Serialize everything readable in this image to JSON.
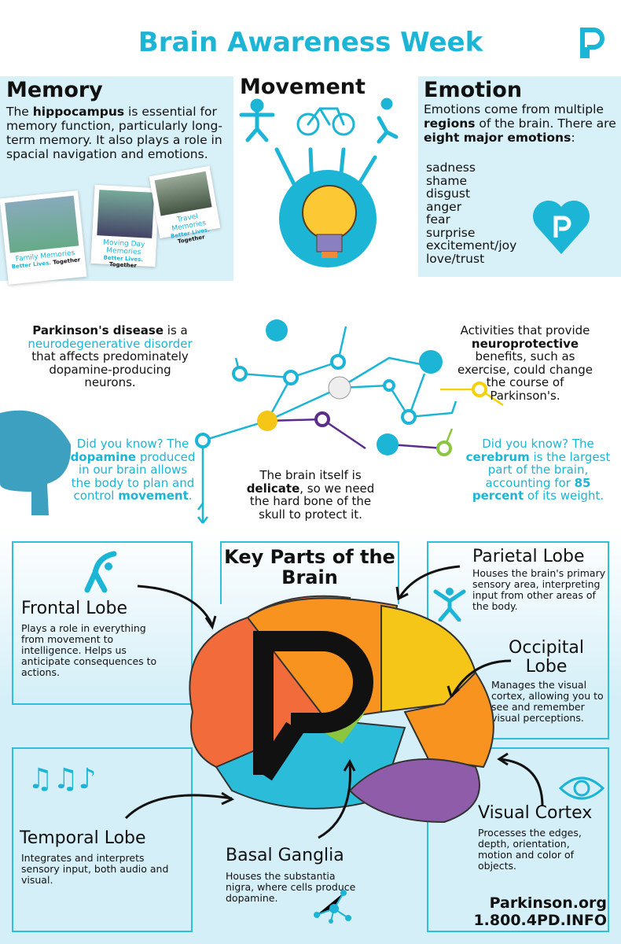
{
  "title": "Brain Awareness Week",
  "memory": {
    "title": "Memory",
    "text_pre": "The ",
    "text_bold": "hippocampus",
    "text_post": " is essential for memory function, particularly long-term memory. It also plays a role in spacial navigation and emotions.",
    "photos": [
      {
        "caption": "Family Memories"
      },
      {
        "caption": "Moving Day Memories"
      },
      {
        "caption": "Travel Memories"
      }
    ],
    "tag_a": "Better Lives.",
    "tag_b": "Together"
  },
  "movement": {
    "title": "Movement"
  },
  "emotion": {
    "title": "Emotion",
    "t1": "Emotions come from multiple ",
    "t1b": "regions",
    "t2": " of the brain. There are ",
    "t2b": "eight major emotions",
    "t3": ":",
    "list": [
      "sadness",
      "shame",
      "disgust",
      "anger",
      "fear",
      "surprise",
      "excitement/joy",
      "love/trust"
    ]
  },
  "middle": {
    "pd_bold": "Parkinson's disease",
    "pd_a": " is a ",
    "pd_link": "neurodegenerative disorder",
    "pd_b": " that affects predominately dopamine-producing neurons.",
    "act_a": "Activities that provide ",
    "act_bold": "neuroprotective",
    "act_b": " benefits, such as exercise, could change the course of Parkinson's.",
    "dyk1_a": "Did you know? The ",
    "dyk1_bold": "dopamine",
    "dyk1_b": " produced in our brain allows the body to plan and control ",
    "dyk1_bold2": "movement",
    "dyk1_c": ".",
    "skull_a": "The brain itself is ",
    "skull_bold": "delicate",
    "skull_b": ", so we need the hard bone of the skull to protect it.",
    "dyk2_a": "Did you know? The ",
    "dyk2_bold": "cerebrum",
    "dyk2_b": " is the largest part of the brain, accounting for ",
    "dyk2_bold2": "85 percent",
    "dyk2_c": " of its weight."
  },
  "key_parts": {
    "title": "Key Parts of the Brain"
  },
  "lobes": {
    "frontal": {
      "title": "Frontal Lobe",
      "desc": "Plays a role in everything from movement to intelligence. Helps us anticipate consequences to actions."
    },
    "parietal": {
      "title": "Parietal Lobe",
      "desc": "Houses the brain's primary sensory area, interpreting input from other areas of the body."
    },
    "occipital": {
      "title": "Occipital Lobe",
      "desc": "Manages the visual cortex, allowing you to see and remember visual perceptions."
    },
    "temporal": {
      "title": "Temporal Lobe",
      "desc": "Integrates and interprets sensory input, both audio and visual."
    },
    "basal": {
      "title": "Basal Ganglia",
      "desc": "Houses the substantia nigra, where cells produce dopamine."
    },
    "visual": {
      "title": "Visual Cortex",
      "desc": "Processes the edges, depth, orientation, motion and color of objects."
    }
  },
  "footer": {
    "site": "Parkinson.org",
    "phone": "1.800.4PD.INFO"
  },
  "colors": {
    "accent": "#1cb5d6",
    "panel": "#d8f0f7"
  }
}
